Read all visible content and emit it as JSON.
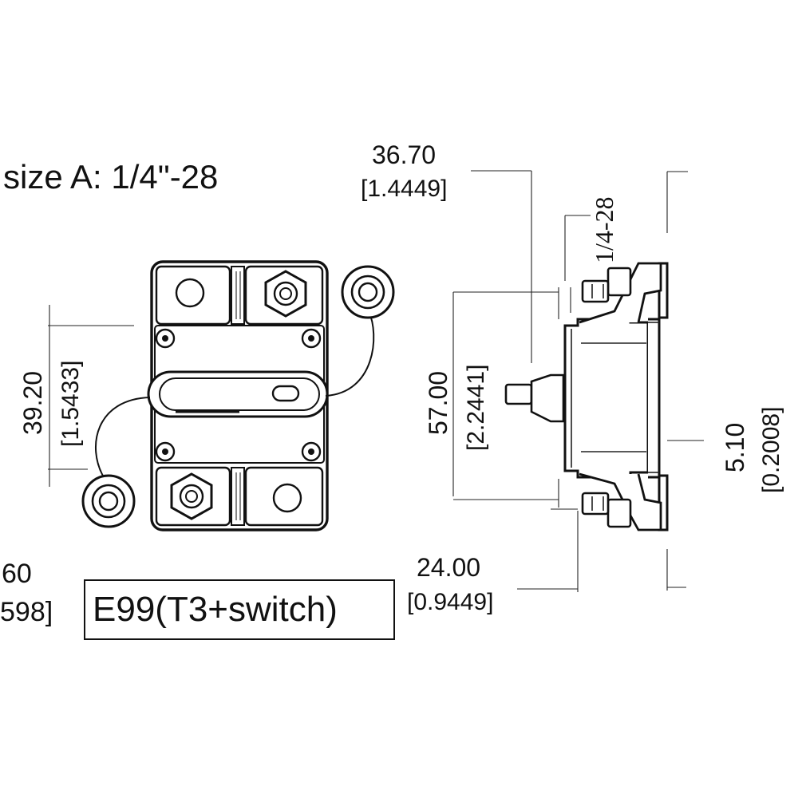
{
  "header": {
    "thread_label": "size A: 1/4\"-28"
  },
  "dimensions": {
    "top_width": {
      "mm": "36.70",
      "inch": "[1.4449]"
    },
    "thread_side": "1/4-28",
    "left_height": {
      "mm": "39.20",
      "inch": "[1.5433]"
    },
    "side_height": {
      "mm": "57.00",
      "inch": "[2.2441]"
    },
    "right_offset": {
      "mm": "5.10",
      "inch": "[0.2008]"
    },
    "bottom_depth": {
      "mm": "24.00",
      "inch": "[0.9449]"
    },
    "bottom_left_cut": {
      "mm": "60",
      "inch": "598]"
    }
  },
  "model_label": "E99(T3+switch)",
  "colors": {
    "ink": "#111111",
    "paper": "#ffffff"
  }
}
